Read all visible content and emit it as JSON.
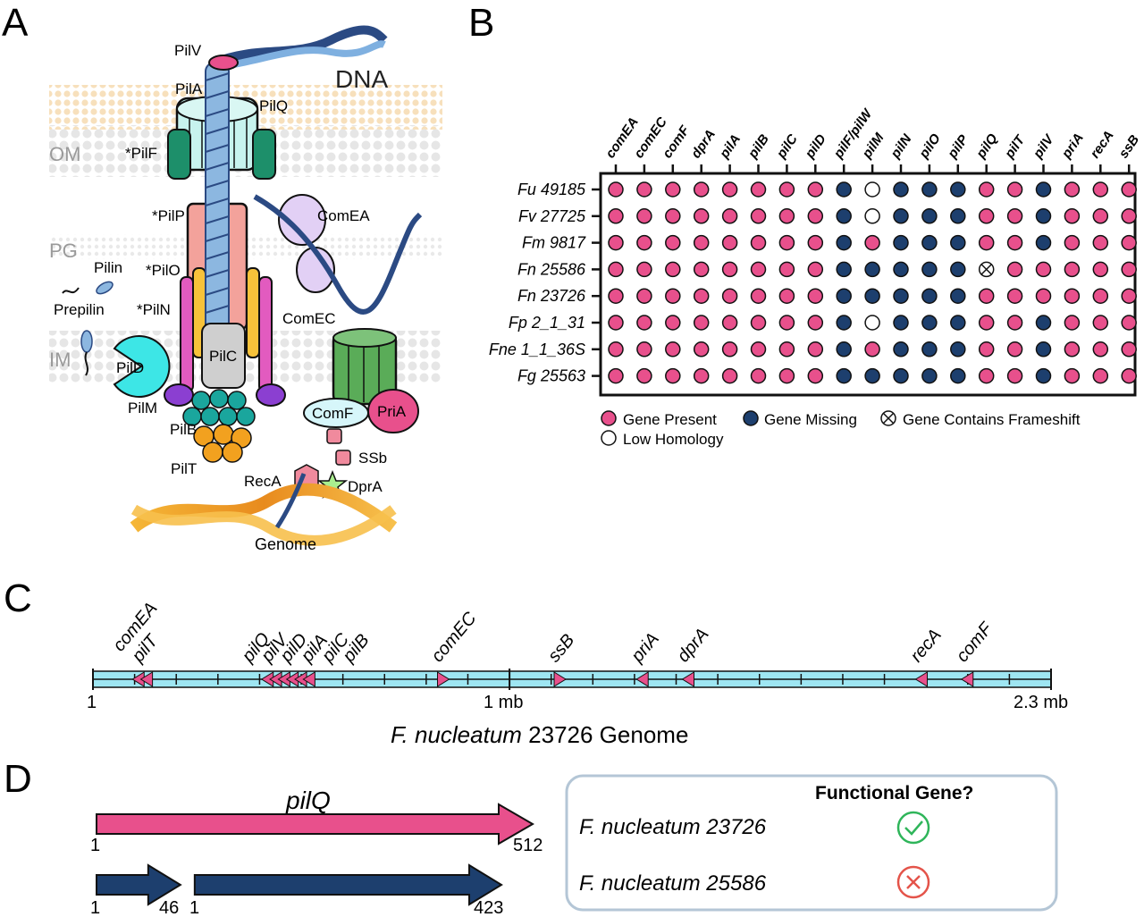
{
  "panels": {
    "a": "A",
    "b": "B",
    "c": "C",
    "d": "D"
  },
  "panel_a": {
    "layers": {
      "om": "OM",
      "pg": "PG",
      "im": "IM"
    },
    "labels": {
      "dna": "DNA",
      "pilV": "PilV",
      "pilA": "PilA",
      "pilQ": "PilQ",
      "pilF": "*PilF",
      "pilP": "*PilP",
      "comEA": "ComEA",
      "pilin": "Pilin",
      "prepilin": "Prepilin",
      "pilO": "*PilO",
      "pilN": "*PilN",
      "comEC": "ComEC",
      "pilD": "PilD",
      "pilC": "PilC",
      "pilM": "PilM",
      "pilB": "PilB",
      "pilT": "PilT",
      "comF": "ComF",
      "priA": "PriA",
      "ssb": "SSb",
      "recA": "RecA",
      "dprA": "DprA",
      "genome": "Genome"
    }
  },
  "panel_b": {
    "columns": [
      "comEA",
      "comEC",
      "comF",
      "dprA",
      "pilA",
      "pilB",
      "pilC",
      "pilD",
      "pilF/pilW",
      "pilM",
      "pilN",
      "pilO",
      "pilP",
      "pilQ",
      "pilT",
      "pilV",
      "priA",
      "recA",
      "ssB"
    ],
    "rows": [
      {
        "label": "Fu 49185",
        "cells": [
          "P",
          "P",
          "P",
          "P",
          "P",
          "P",
          "P",
          "P",
          "M",
          "L",
          "M",
          "M",
          "M",
          "P",
          "P",
          "M",
          "P",
          "P",
          "P"
        ]
      },
      {
        "label": "Fv 27725",
        "cells": [
          "P",
          "P",
          "P",
          "P",
          "P",
          "P",
          "P",
          "P",
          "M",
          "L",
          "M",
          "M",
          "M",
          "P",
          "P",
          "M",
          "P",
          "P",
          "P"
        ]
      },
      {
        "label": "Fm 9817",
        "cells": [
          "P",
          "P",
          "P",
          "P",
          "P",
          "P",
          "P",
          "P",
          "M",
          "P",
          "M",
          "M",
          "M",
          "P",
          "P",
          "M",
          "P",
          "P",
          "P"
        ]
      },
      {
        "label": "Fn 25586",
        "cells": [
          "P",
          "P",
          "P",
          "P",
          "P",
          "P",
          "P",
          "P",
          "M",
          "M",
          "M",
          "M",
          "M",
          "X",
          "P",
          "P",
          "P",
          "P",
          "P"
        ]
      },
      {
        "label": "Fn 23726",
        "cells": [
          "P",
          "P",
          "P",
          "P",
          "P",
          "P",
          "P",
          "P",
          "M",
          "M",
          "M",
          "M",
          "M",
          "P",
          "P",
          "P",
          "P",
          "P",
          "P"
        ]
      },
      {
        "label": "Fp 2_1_31",
        "cells": [
          "P",
          "P",
          "P",
          "P",
          "P",
          "P",
          "P",
          "P",
          "M",
          "L",
          "M",
          "M",
          "M",
          "P",
          "P",
          "M",
          "P",
          "P",
          "P"
        ]
      },
      {
        "label": "Fne 1_1_36S",
        "cells": [
          "P",
          "P",
          "P",
          "P",
          "P",
          "P",
          "P",
          "P",
          "M",
          "P",
          "M",
          "M",
          "M",
          "P",
          "P",
          "M",
          "P",
          "P",
          "P"
        ]
      },
      {
        "label": "Fg 25563",
        "cells": [
          "P",
          "P",
          "P",
          "P",
          "P",
          "P",
          "P",
          "P",
          "M",
          "M",
          "M",
          "M",
          "M",
          "P",
          "P",
          "M",
          "P",
          "P",
          "P"
        ]
      }
    ],
    "legend": {
      "present": "Gene Present",
      "missing": "Gene Missing",
      "frameshift": "Gene Contains Frameshift",
      "low": "Low Homology"
    },
    "colors": {
      "present": "#e8508c",
      "missing": "#1d3f6e",
      "low": "#ffffff"
    }
  },
  "panel_c": {
    "genes": [
      {
        "name": "comEA",
        "pos_mb": 0.11,
        "dir": "left"
      },
      {
        "name": "pilT",
        "pos_mb": 0.13,
        "dir": "left"
      },
      {
        "name": "pilQ",
        "pos_mb": 0.42,
        "dir": "left"
      },
      {
        "name": "pilV",
        "pos_mb": 0.44,
        "dir": "left"
      },
      {
        "name": "pilD",
        "pos_mb": 0.46,
        "dir": "left"
      },
      {
        "name": "pilA",
        "pos_mb": 0.48,
        "dir": "left"
      },
      {
        "name": "pilC",
        "pos_mb": 0.5,
        "dir": "left"
      },
      {
        "name": "pilB",
        "pos_mb": 0.52,
        "dir": "left"
      },
      {
        "name": "comEC",
        "pos_mb": 0.84,
        "dir": "right"
      },
      {
        "name": "ssB",
        "pos_mb": 1.12,
        "dir": "right"
      },
      {
        "name": "priA",
        "pos_mb": 1.32,
        "dir": "left"
      },
      {
        "name": "dprA",
        "pos_mb": 1.43,
        "dir": "left"
      },
      {
        "name": "recA",
        "pos_mb": 1.99,
        "dir": "left"
      },
      {
        "name": "comF",
        "pos_mb": 2.1,
        "dir": "left"
      }
    ],
    "axis": {
      "start": "1",
      "mid": "1 mb",
      "end": "2.3 mb",
      "length_mb": 2.3
    },
    "title_italic": "F. nucleatum",
    "title_rest": " 23726 Genome"
  },
  "panel_d": {
    "gene": "pilQ",
    "full": {
      "start": "1",
      "end": "512",
      "length": 512
    },
    "fragments": [
      {
        "start": "1",
        "end": "46",
        "length": 46
      },
      {
        "start": "1",
        "end": "423",
        "length": 423
      }
    ],
    "table": {
      "header": "Functional Gene?",
      "rows": [
        {
          "strain": "F. nucleatum 23726",
          "functional": true
        },
        {
          "strain": "F. nucleatum 25586",
          "functional": false
        }
      ]
    }
  }
}
